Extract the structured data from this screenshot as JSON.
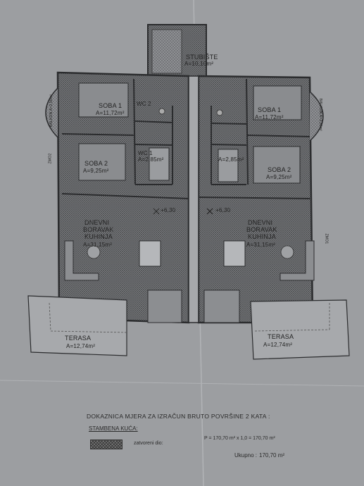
{
  "plan": {
    "stair": {
      "name": "STUBIŠTE",
      "area": "A=10,10m²"
    },
    "left": {
      "soba1": {
        "name": "SOBA 1",
        "area": "A=11,72m²"
      },
      "soba2": {
        "name": "SOBA 2",
        "area": "A=9,25m²"
      },
      "wc": {
        "name": "WC 2"
      },
      "bath": {
        "name": "WC 1",
        "area": "A=2,85m²"
      },
      "living": {
        "line1": "DNEVNI",
        "line2": "BORAVAK",
        "line3": "KUHINJA",
        "area": "A=31,15m²"
      },
      "terrace": {
        "name": "TERASA",
        "area": "A=12,74m²"
      },
      "balcony": "BALKON A=2,56m²",
      "elev": "+6,30",
      "zmo": "ZMO2"
    },
    "right": {
      "soba1": {
        "name": "SOBA 1",
        "area": "A=11,72m²"
      },
      "soba2": {
        "name": "SOBA 2",
        "area": "A=9,25m²"
      },
      "bath": {
        "area": "A=2,85m²"
      },
      "living": {
        "line1": "DNEVNI",
        "line2": "BORAVAK",
        "line3": "KUHINJA",
        "area": "A=31,15m²"
      },
      "terrace": {
        "name": "TERASA",
        "area": "A=12,74m²"
      },
      "balcony": "BALKON A=2,56m²",
      "elev": "+6,30",
      "zmo": "ZMO1"
    }
  },
  "legend": {
    "title": "DOKAZNICA MJERA ZA IZRAČUN BRUTO POVRŠINE 2 KATA :",
    "subtitle": "STAMBENA KUĆA:",
    "closed_label": "zatvoreni dio:",
    "formula": "P = 170,70 m² x 1,0 = 170,70 m²",
    "total_label": "Ukupno :",
    "total_value": "170,70 m²"
  },
  "colors": {
    "paper": "#9c9ea1",
    "hatch": "#6f7173",
    "wall": "#2b2c2e"
  }
}
